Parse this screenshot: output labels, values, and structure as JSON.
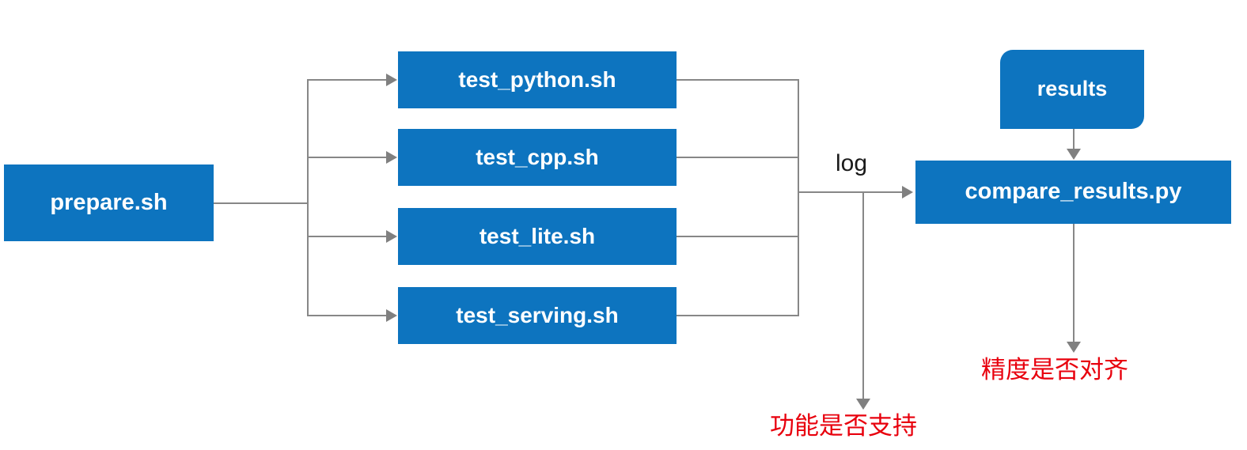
{
  "diagram": {
    "title": "test pipeline flowchart",
    "accent_color": "#0d74bf",
    "connector_color": "#878787",
    "note_color": "#e8000d",
    "nodes": {
      "prepare": {
        "label": "prepare.sh"
      },
      "tests": [
        {
          "label": "test_python.sh"
        },
        {
          "label": "test_cpp.sh"
        },
        {
          "label": "test_lite.sh"
        },
        {
          "label": "test_serving.sh"
        }
      ],
      "results": {
        "label": "results"
      },
      "compare": {
        "label": "compare_results.py"
      }
    },
    "edges": {
      "log_label": "log"
    },
    "notes": {
      "feature_support": "功能是否支持",
      "precision_aligned": "精度是否对齐"
    }
  }
}
